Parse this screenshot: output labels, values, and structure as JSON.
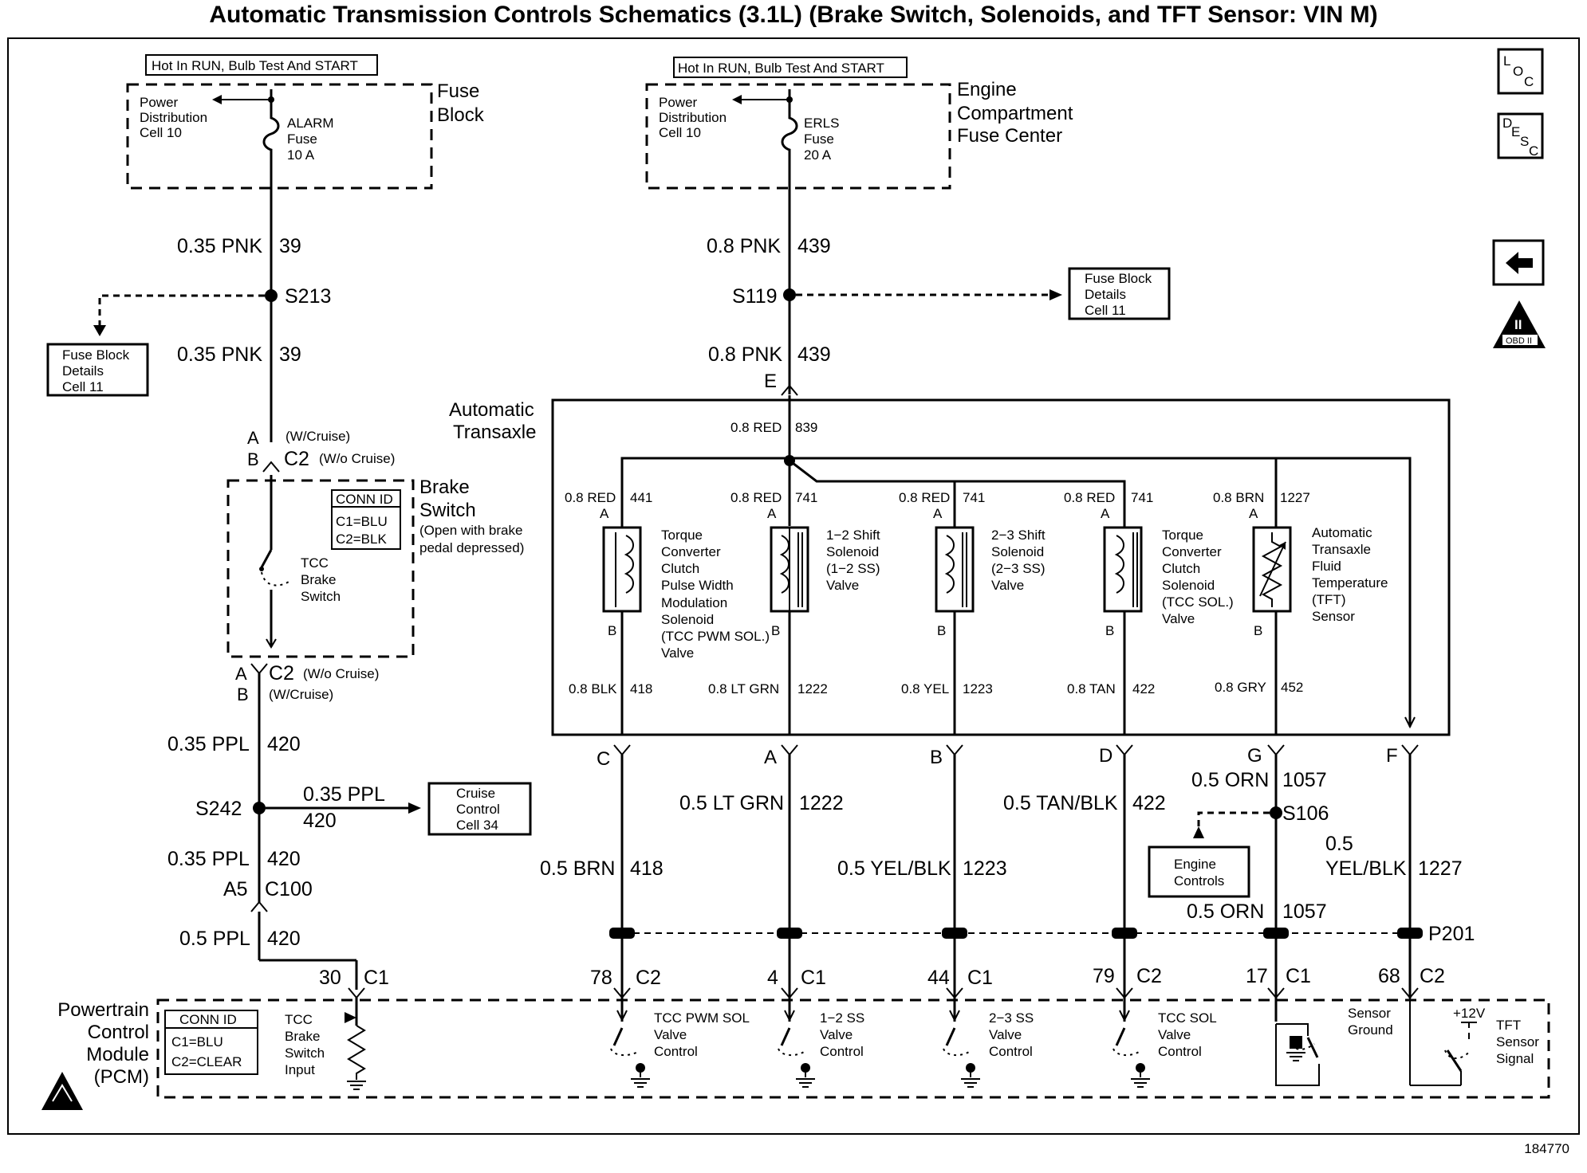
{
  "title": "Automatic Transmission Controls Schematics (3.1L) (Brake Switch, Solenoids, and TFT Sensor: VIN M)",
  "figure_number": "184770",
  "nav": {
    "loc": [
      "L",
      "O",
      "C"
    ],
    "desc": [
      "D",
      "E",
      "S",
      "C"
    ],
    "obd_label": "OBD II",
    "obd_numeral": "II"
  },
  "left_supply": {
    "hot_label": "Hot In RUN, Bulb Test And START",
    "fuse_block": [
      "Fuse",
      "Block"
    ],
    "power_dist": [
      "Power",
      "Distribution",
      "Cell 10"
    ],
    "fuse": [
      "ALARM",
      "Fuse",
      "10 A"
    ],
    "wire_top": [
      "0.35 PNK",
      "39"
    ],
    "splice": "S213",
    "ref_box": [
      "Fuse Block",
      "Details",
      "Cell 11"
    ],
    "wire_mid": [
      "0.35 PNK",
      "39"
    ]
  },
  "right_supply": {
    "hot_label": "Hot In RUN, Bulb Test And START",
    "fuse_center": [
      "Engine",
      "Compartment",
      "Fuse Center"
    ],
    "power_dist": [
      "Power",
      "Distribution",
      "Cell 10"
    ],
    "fuse": [
      "ERLS",
      "Fuse",
      "20 A"
    ],
    "wire_top": [
      "0.8 PNK",
      "439"
    ],
    "splice": "S119",
    "ref_box": [
      "Fuse Block",
      "Details",
      "Cell 11"
    ],
    "wire_mid": [
      "0.8 PNK",
      "439"
    ],
    "pin": "E"
  },
  "brake_switch": {
    "top_conn": {
      "pin_a": "A",
      "pin_b": "B",
      "name": "C2",
      "note_a": "(W/Cruise)",
      "note_b": "(W/o Cruise)"
    },
    "title": [
      "Brake",
      "Switch"
    ],
    "note": [
      "(Open with brake",
      "pedal depressed)"
    ],
    "conn_id": [
      "CONN ID",
      "C1=BLU",
      "C2=BLK"
    ],
    "switch_label": [
      "TCC",
      "Brake",
      "Switch"
    ],
    "bottom_conn": {
      "pin_a": "A",
      "pin_b": "B",
      "name": "C2",
      "note_a": "(W/o Cruise)",
      "note_b": "(W/Cruise)"
    },
    "wire_below": [
      "0.35 PPL",
      "420"
    ],
    "splice": "S242",
    "branch_wire": [
      "0.35 PPL",
      "420"
    ],
    "ref_box": [
      "Cruise",
      "Control",
      "Cell 34"
    ],
    "wire_after_splice": [
      "0.35 PPL",
      "420"
    ],
    "c100": [
      "A5",
      "C100"
    ],
    "wire_to_pcm": [
      "0.5 PPL",
      "420"
    ]
  },
  "transaxle": {
    "title": [
      "Automatic",
      "Transaxle"
    ],
    "feed_wire": [
      "0.8 RED",
      "839"
    ],
    "components": [
      {
        "feed": [
          "0.8 RED",
          "441"
        ],
        "label": [
          "Torque",
          "Converter",
          "Clutch",
          "Pulse Width",
          "Modulation",
          "Solenoid",
          "(TCC PWM SOL.)",
          "Valve"
        ],
        "out": [
          "0.8 BLK",
          "418"
        ],
        "pin": "C",
        "harness": [
          "0.5 BRN",
          "418"
        ]
      },
      {
        "feed": [
          "0.8 RED",
          "741"
        ],
        "label": [
          "1−2 Shift",
          "Solenoid",
          "(1−2 SS)",
          "Valve"
        ],
        "out": [
          "0.8 LT GRN",
          "1222"
        ],
        "pin": "A",
        "harness": [
          "0.5 LT GRN",
          "1222"
        ]
      },
      {
        "feed": [
          "0.8 RED",
          "741"
        ],
        "label": [
          "2−3 Shift",
          "Solenoid",
          "(2−3 SS)",
          "Valve"
        ],
        "out": [
          "0.8 YEL",
          "1223"
        ],
        "pin": "B",
        "harness": [
          "0.5 YEL/BLK",
          "1223"
        ]
      },
      {
        "feed": [
          "0.8 RED",
          "741"
        ],
        "label": [
          "Torque",
          "Converter",
          "Clutch",
          "Solenoid",
          "(TCC SOL.)",
          "Valve"
        ],
        "out": [
          "0.8 TAN",
          "422"
        ],
        "pin": "D",
        "harness": [
          "0.5 TAN/BLK",
          "422"
        ]
      },
      {
        "feed": [
          "0.8 BRN",
          "1227"
        ],
        "label": [
          "Automatic",
          "Transaxle",
          "Fluid",
          "Temperature",
          "(TFT)",
          "Sensor"
        ],
        "out": [
          "0.8 GRY",
          "452"
        ],
        "pin": "G",
        "harness": [
          "0.5 ORN",
          "1057"
        ]
      }
    ],
    "pin_f": "F",
    "harness_f": [
      "0.5",
      "YEL/BLK",
      "1227"
    ],
    "splice_s106": "S106",
    "engine_controls": [
      "Engine",
      "Controls"
    ],
    "orn_lower": [
      "0.5 ORN",
      "1057"
    ],
    "p201": "P201",
    "pin_ab": [
      "A",
      "B"
    ]
  },
  "pcm": {
    "title": [
      "Powertrain",
      "Control",
      "Module",
      "(PCM)"
    ],
    "conn_id": [
      "CONN ID",
      "C1=BLU",
      "C2=CLEAR"
    ],
    "pins": [
      {
        "num": "30",
        "conn": "C1",
        "label": [
          "TCC",
          "Brake",
          "Switch",
          "Input"
        ]
      },
      {
        "num": "78",
        "conn": "C2",
        "label": [
          "TCC PWM SOL",
          "Valve",
          "Control"
        ]
      },
      {
        "num": "4",
        "conn": "C1",
        "label": [
          "1−2 SS",
          "Valve",
          "Control"
        ]
      },
      {
        "num": "44",
        "conn": "C1",
        "label": [
          "2−3 SS",
          "Valve",
          "Control"
        ]
      },
      {
        "num": "79",
        "conn": "C2",
        "label": [
          "TCC SOL",
          "Valve",
          "Control"
        ]
      },
      {
        "num": "17",
        "conn": "C1",
        "label": [
          "Sensor",
          "Ground"
        ]
      },
      {
        "num": "68",
        "conn": "C2",
        "label": [
          "TFT",
          "Sensor",
          "Signal"
        ],
        "supply": "+12V"
      }
    ]
  }
}
